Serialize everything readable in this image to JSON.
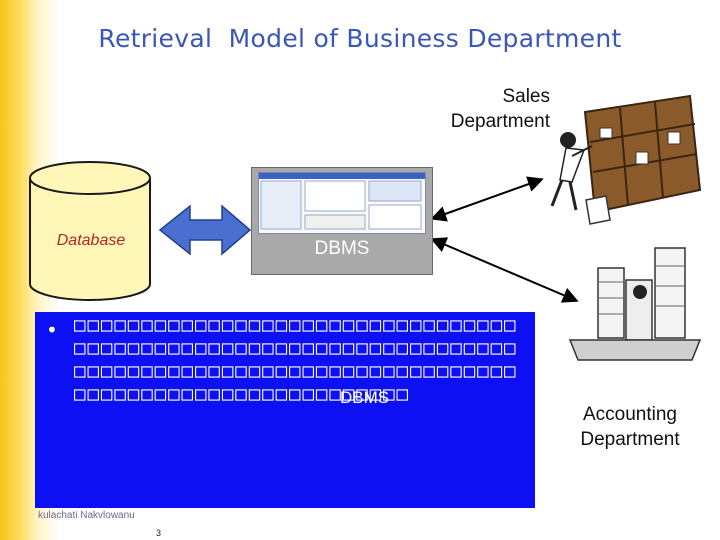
{
  "slide": {
    "title": "Retrieval  Model of Business Department",
    "database_label": "Database",
    "dbms_label": "DBMS",
    "sales_label": "Sales\nDepartment",
    "accounting_label": "Accounting\nDepartment",
    "bullet_symbol": "•",
    "bullet_text": "□□□□□□□□□□□□□□□□□□□□□□□□□□□□□□□□□□□□□□□□□□□□□□□□□□□□□□□□□□□□□□□□□□□□□□□□□□□□□□□□□□□□□□□□□□□□□□□□□□□□□□□□□□□□□□□□□□□□□□□□□□□□",
    "bullet_overlay_text": "DBMS",
    "footer_text": "kulachati  Nakvlowanu",
    "page_number": "3"
  },
  "colors": {
    "title": "#3a57b8",
    "arrow": "#4a6fd0",
    "panel": "#0d10f2",
    "database_label": "#b3261e"
  },
  "icons": {
    "database": "cylinder-icon",
    "dbms_screen": "application-window-icon",
    "sales": "person-filing-icon",
    "accounting": "paper-stacks-icon"
  }
}
